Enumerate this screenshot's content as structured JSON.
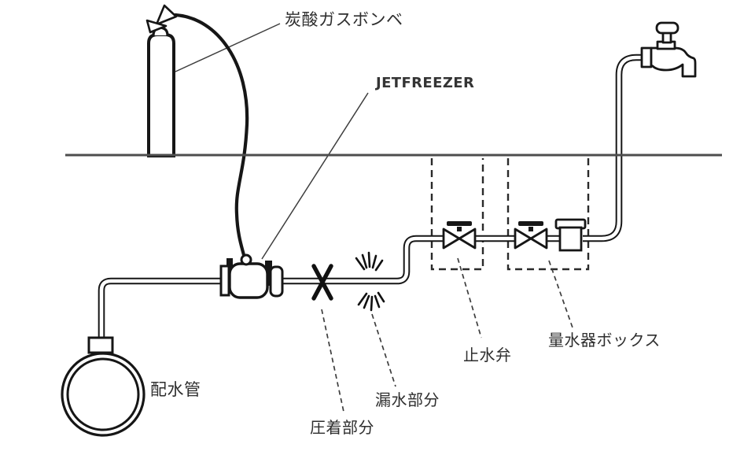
{
  "diagram": {
    "type": "pipe-freezing-piping-diagram",
    "labels": {
      "gas_cylinder": "炭酸ガスボンベ",
      "jetfreezer": "JETFREEZER",
      "distribution_pipe": "配水管",
      "crimp_section": "圧着部分",
      "leak_section": "漏水部分",
      "stop_valve": "止水弁",
      "meter_box": "量水器ボックス"
    },
    "colors": {
      "background": "#ffffff",
      "line": "#161616",
      "ground_line": "#4d4d4d",
      "leader_line": "#3d3d3d",
      "text": "#2e2e2e"
    }
  }
}
